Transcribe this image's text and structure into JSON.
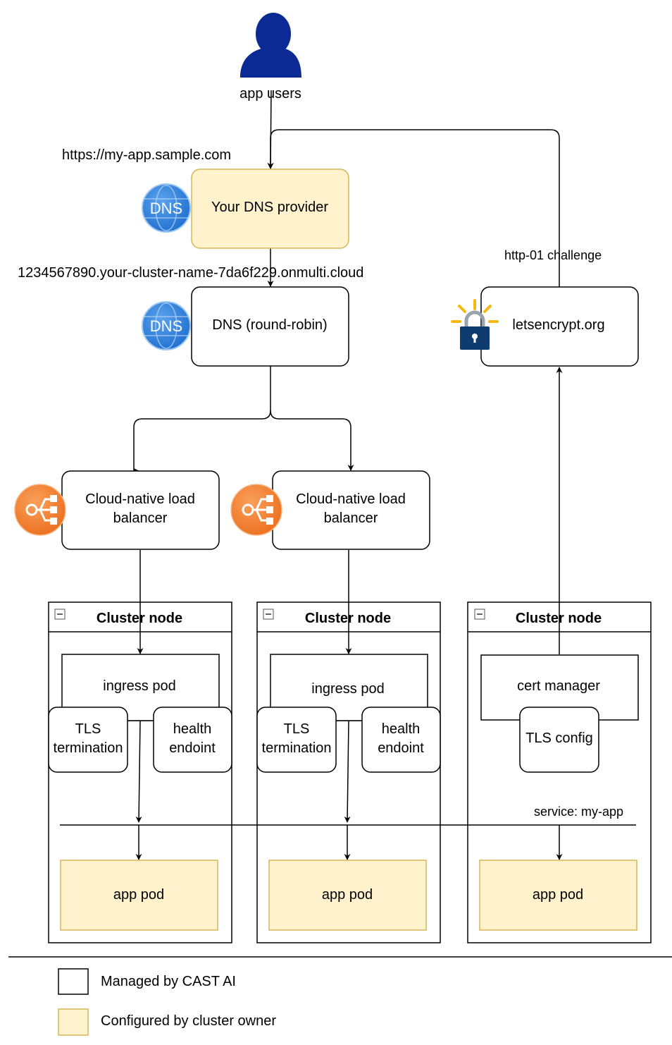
{
  "actors": {
    "users_label": "app users"
  },
  "labels": {
    "app_url": "https://my-app.sample.com",
    "cluster_dns": "1234567890.your-cluster-name-7da6f229.onmulti.cloud",
    "http_challenge": "http-01 challenge",
    "service": "service: my-app"
  },
  "boxes": {
    "dns_provider": "Your DNS provider",
    "dns_rr": "DNS (round-robin)",
    "letsencrypt": "letsencrypt.org",
    "lb_line1": "Cloud-native load",
    "lb_line2": "balancer"
  },
  "icons": {
    "dns": "DNS"
  },
  "node": {
    "title": "Cluster node",
    "ingress_pod": "ingress pod",
    "tls_line1": "TLS",
    "tls_line2": "termination",
    "health_line1": "health",
    "health_line2": "endoint",
    "cert_manager": "cert manager",
    "tls_config": "TLS config",
    "app_pod": "app pod"
  },
  "legend": {
    "managed": "Managed by CAST AI",
    "configured": "Configured by cluster owner"
  },
  "colors": {
    "owner_fill": "#fff2cc",
    "owner_border": "#d6b656",
    "user_icon": "#0b2a94",
    "dns_icon": "#2f7fd9",
    "lb_icon": "#f58536",
    "lock_body": "#0e3c6e",
    "lock_rays": "#f5b80f"
  }
}
